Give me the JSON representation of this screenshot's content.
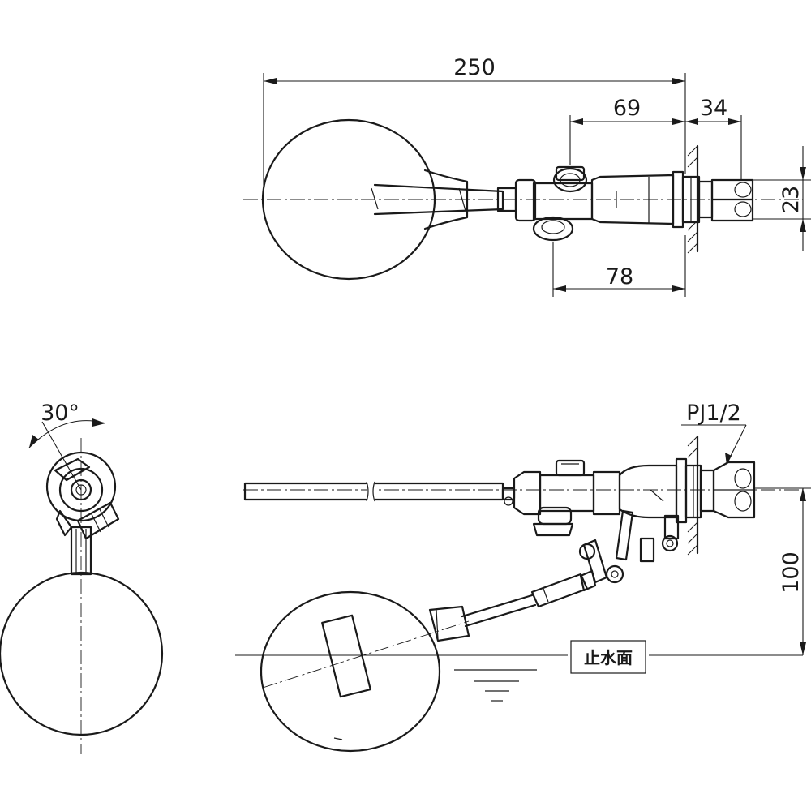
{
  "dimensions": {
    "overall_length": "250",
    "valve_to_wall": "69",
    "wall_to_end": "34",
    "nut_width": "23",
    "branch_to_wall": "78",
    "float_drop": "100"
  },
  "labels": {
    "thread": "PJ1/2",
    "angle": "30°",
    "water_level": "止水面"
  }
}
